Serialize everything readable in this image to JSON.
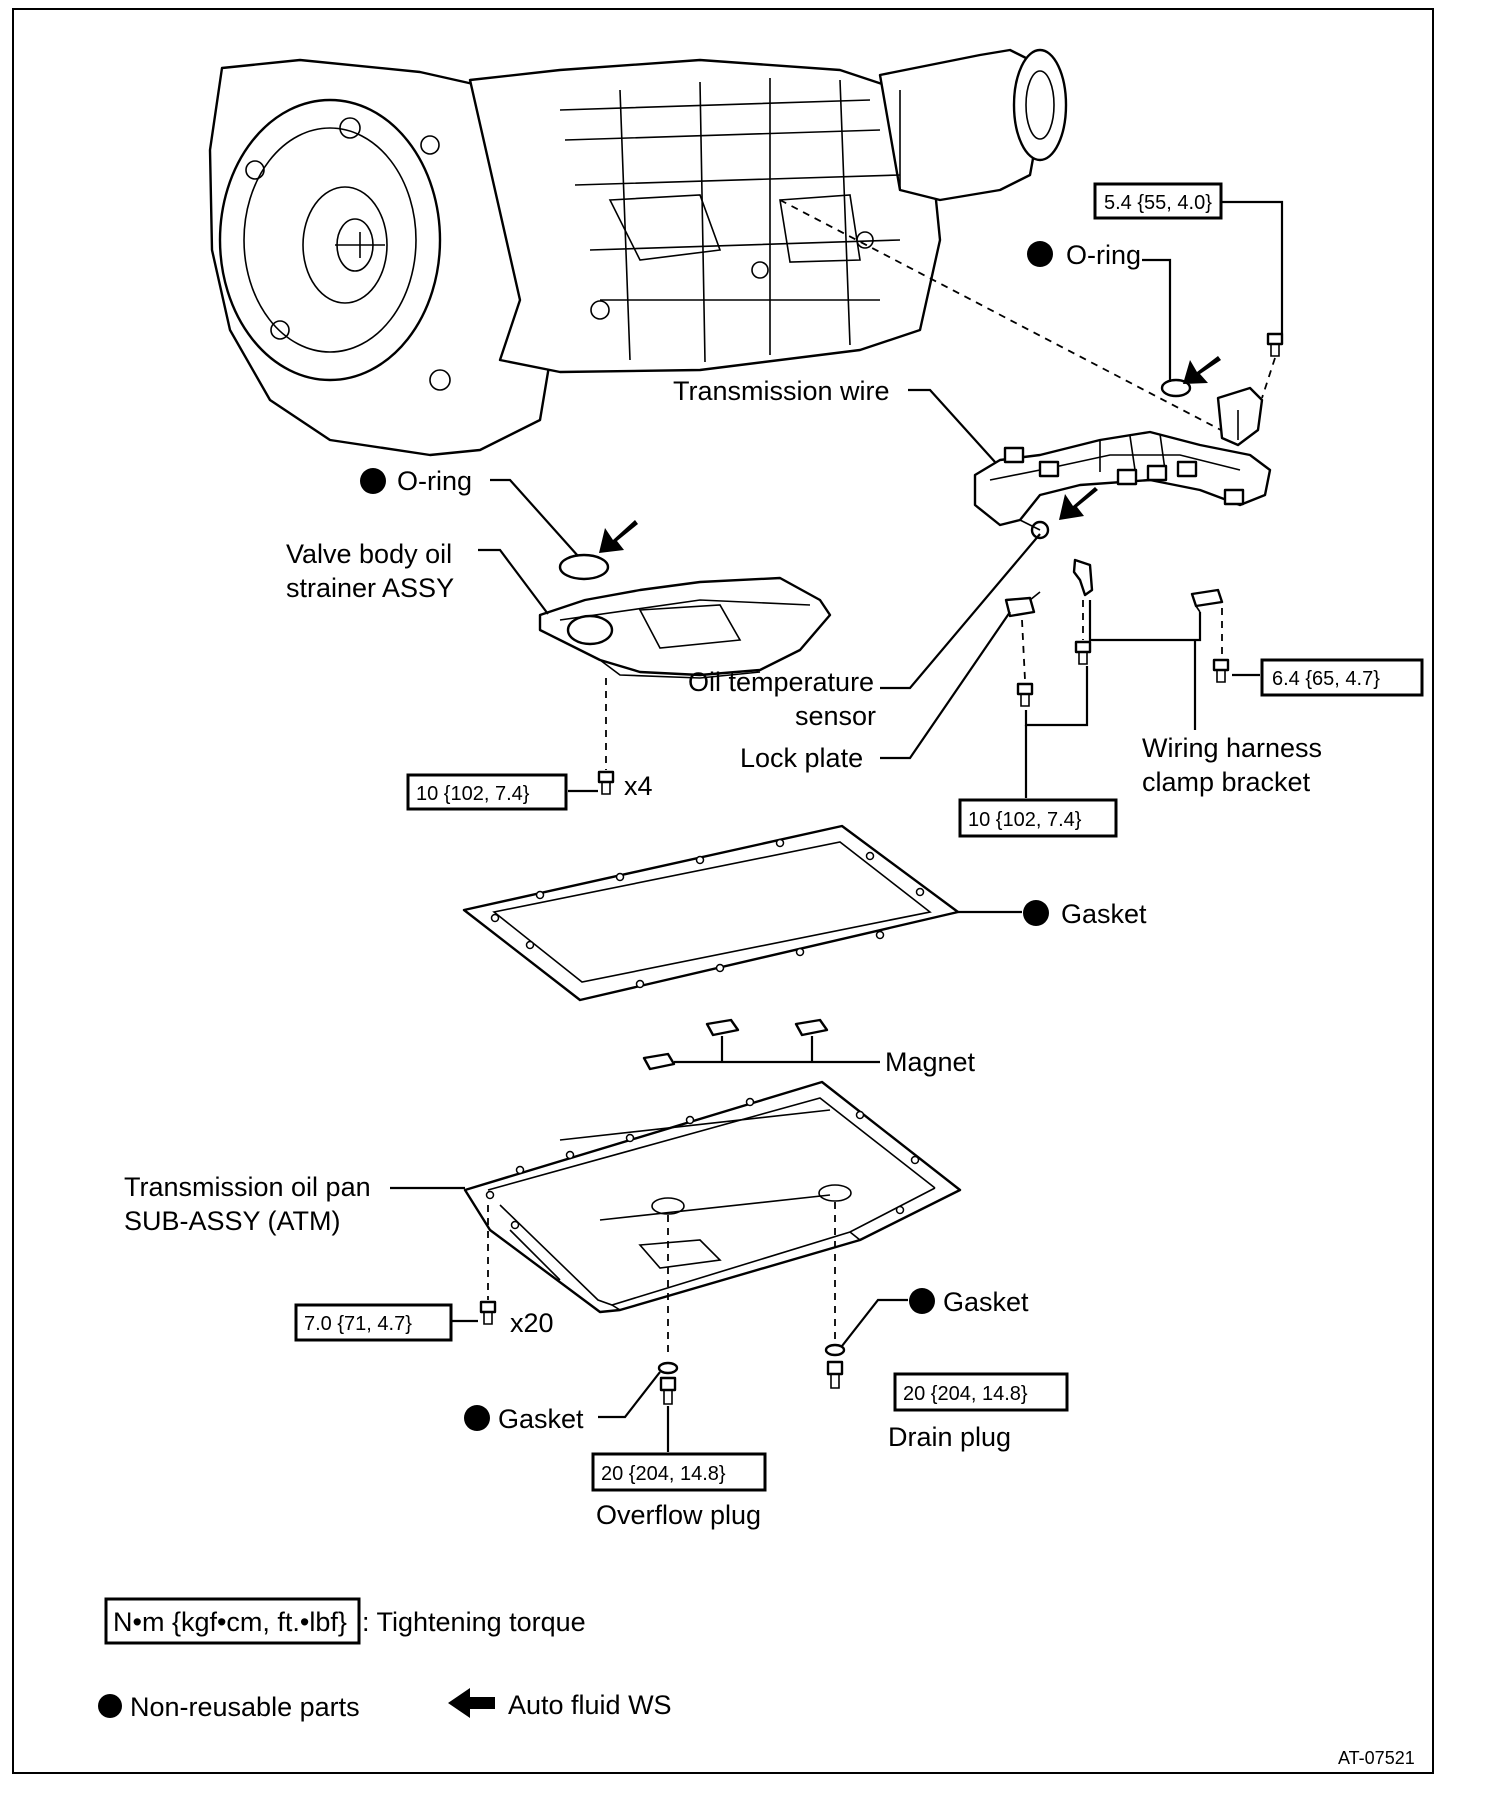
{
  "labels": {
    "o_ring_upper": "O-ring",
    "o_ring_lower": "O-ring",
    "transmission_wire": "Transmission wire",
    "valve_body_strainer_line1": "Valve body oil",
    "valve_body_strainer_line2": "strainer ASSY",
    "oil_temp_sensor_line1": "Oil temperature",
    "oil_temp_sensor_line2": "sensor",
    "lock_plate": "Lock plate",
    "wiring_harness_line1": "Wiring harness",
    "wiring_harness_line2": "clamp bracket",
    "gasket_pan": "Gasket",
    "magnet": "Magnet",
    "oil_pan_line1": "Transmission oil pan",
    "oil_pan_line2": "SUB-ASSY (ATM)",
    "gasket_drain": "Gasket",
    "gasket_overflow": "Gasket",
    "drain_plug": "Drain plug",
    "overflow_plug": "Overflow plug",
    "qty_x4": "x4",
    "qty_x20": "x20"
  },
  "torques": {
    "sensor_bolt": "5.4 {55, 4.0}",
    "clamp_bracket_bolt": "6.4 {65, 4.7}",
    "strainer_bolts": "10 {102, 7.4}",
    "lock_plate_bolts": "10 {102, 7.4}",
    "pan_bolts": "7.0 {71, 4.7}",
    "drain_plug": "20 {204, 14.8}",
    "overflow_plug": "20 {204, 14.8}"
  },
  "legend": {
    "torque_unit": "N•m {kgf•cm, ft.•lbf}",
    "torque_text": ": Tightening torque",
    "non_reusable": "Non-reusable parts",
    "auto_fluid": "Auto fluid WS"
  },
  "figure_code": "AT-07521",
  "colors": {
    "line": "#000000",
    "background": "#ffffff"
  }
}
